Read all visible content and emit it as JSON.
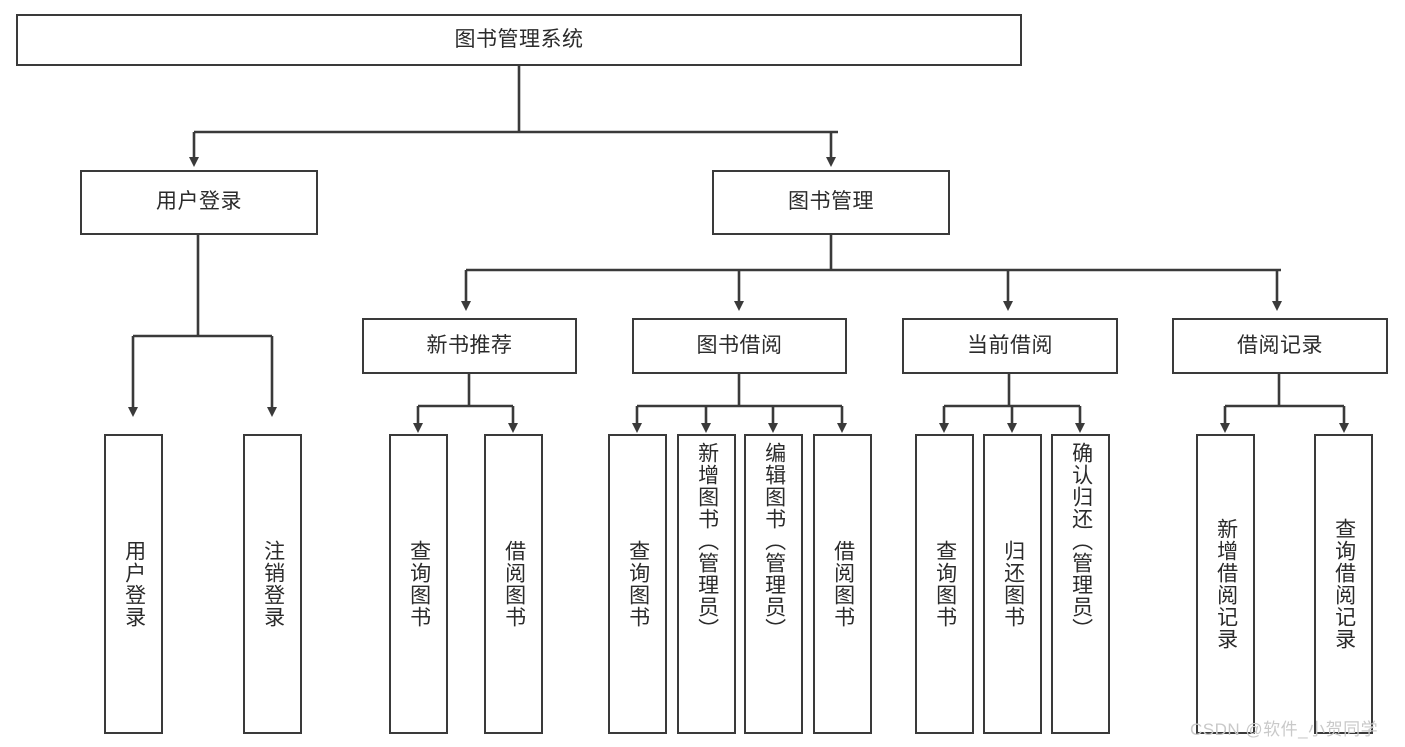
{
  "diagram": {
    "title": "图书管理系统",
    "type": "hierarchy-tree",
    "root": {
      "label": "图书管理系统"
    },
    "level1": [
      {
        "label": "用户登录"
      },
      {
        "label": "图书管理"
      }
    ],
    "level2": [
      {
        "label": "新书推荐"
      },
      {
        "label": "图书借阅"
      },
      {
        "label": "当前借阅"
      },
      {
        "label": "借阅记录"
      }
    ],
    "leaves": {
      "user_login": [
        {
          "label": "用户登录"
        },
        {
          "label": "注销登录"
        }
      ],
      "new_book_recommend": [
        {
          "label": "查询图书"
        },
        {
          "label": "借阅图书"
        }
      ],
      "book_borrow": [
        {
          "label": "查询图书"
        },
        {
          "label": "新增图书（管理员）"
        },
        {
          "label": "编辑图书（管理员）"
        },
        {
          "label": "借阅图书"
        }
      ],
      "current_borrow": [
        {
          "label": "查询图书"
        },
        {
          "label": "归还图书"
        },
        {
          "label": "确认归还（管理员）"
        }
      ],
      "borrow_record": [
        {
          "label": "新增借阅记录"
        },
        {
          "label": "查询借阅记录"
        }
      ]
    }
  },
  "watermark": {
    "text": "CSDN @软件_小贺同学"
  },
  "colors": {
    "stroke": "#3a3a3a",
    "text": "#2b2b2b",
    "background": "#ffffff",
    "watermark": "#c9c9c9"
  }
}
